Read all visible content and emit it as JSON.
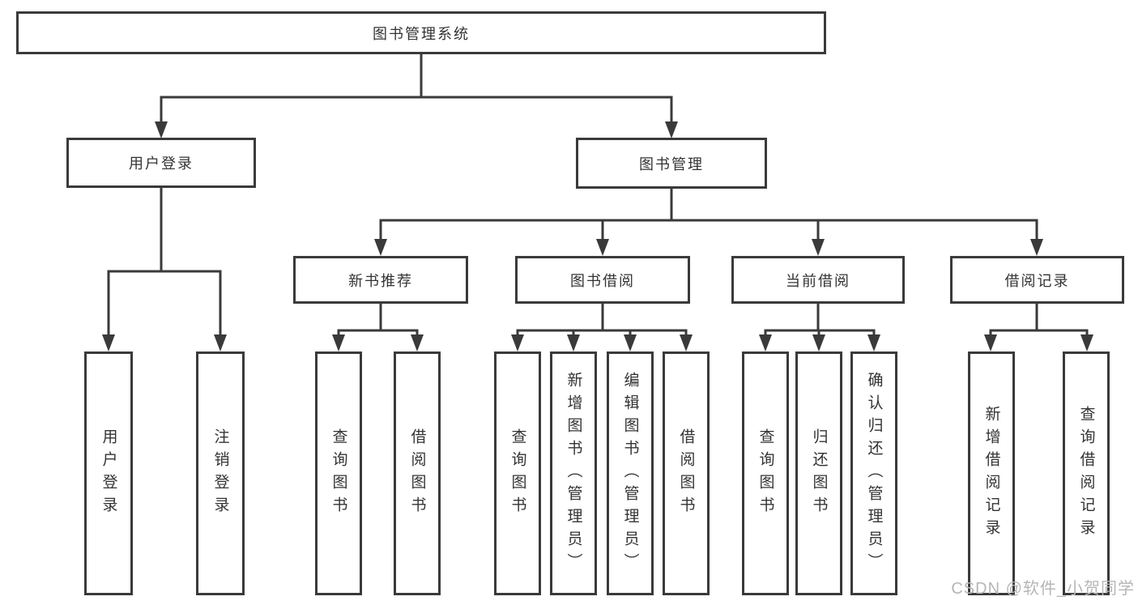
{
  "tree": {
    "label": "图书管理系统",
    "children": [
      {
        "label": "用户登录",
        "children": [
          {
            "label": "用户登录"
          },
          {
            "label": "注销登录"
          }
        ]
      },
      {
        "label": "图书管理",
        "children": [
          {
            "label": "新书推荐",
            "children": [
              {
                "label": "查询图书"
              },
              {
                "label": "借阅图书"
              }
            ]
          },
          {
            "label": "图书借阅",
            "children": [
              {
                "label": "查询图书"
              },
              {
                "label": "新增图书（管理员）"
              },
              {
                "label": "编辑图书（管理员）"
              },
              {
                "label": "借阅图书"
              }
            ]
          },
          {
            "label": "当前借阅",
            "children": [
              {
                "label": "查询图书"
              },
              {
                "label": "归还图书"
              },
              {
                "label": "确认归还（管理员）"
              }
            ]
          },
          {
            "label": "借阅记录",
            "children": [
              {
                "label": "新增借阅记录"
              },
              {
                "label": "查询借阅记录"
              }
            ]
          }
        ]
      }
    ]
  },
  "colors": {
    "line": "#3a3a3a",
    "text": "#333333",
    "watermark": "#b6b6b6",
    "background": "#ffffff"
  },
  "watermark": {
    "text": "CSDN @软件_小贺同学"
  }
}
